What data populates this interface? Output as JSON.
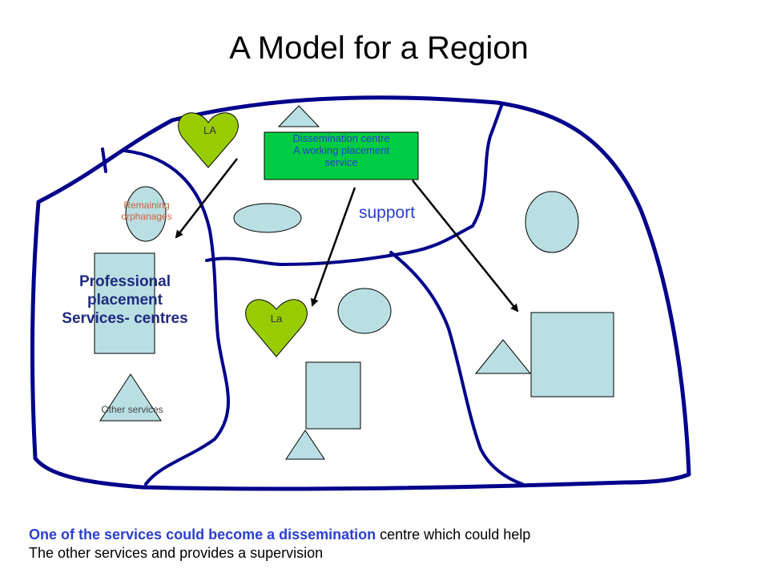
{
  "title": "A Model for a Region",
  "labels": {
    "dissemination_line1": "Dissemination centre",
    "dissemination_line2": "A working placement",
    "dissemination_line3": "service",
    "orphanages_line1": "Remaining",
    "orphanages_line2": "orphanages",
    "support": "support",
    "professional_line1": "Professional",
    "professional_line2": "placement",
    "professional_line3": "Services- centres",
    "other_services": "Other services",
    "la_top": "LA",
    "la_bottom": "La"
  },
  "caption": {
    "highlight": "One of the services could become a dissemination",
    "line1_rest": " centre which could help",
    "line2": "The other services and provides a supervision"
  },
  "colors": {
    "border": "#00008b",
    "shape_fill": "#b9dfe3",
    "heart_fill": "#99cc00",
    "dissemination_fill": "#00cc44",
    "accent_text": "#2a3fd0"
  }
}
